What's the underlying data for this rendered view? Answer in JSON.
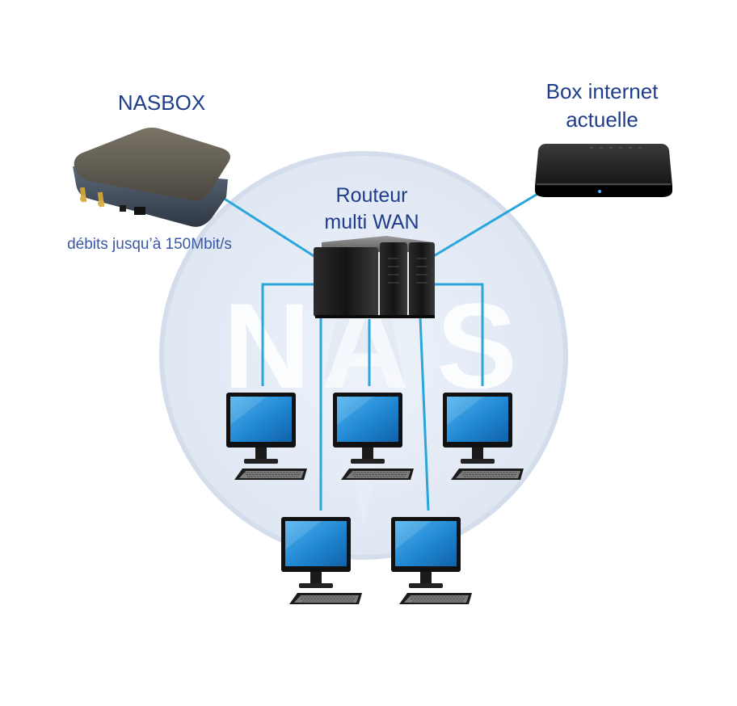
{
  "watermark": {
    "letters": [
      "N",
      "A",
      "S"
    ],
    "color": "#dbe4f1"
  },
  "nodes": {
    "nasbox": {
      "title": "NASBOX",
      "speed": "débits jusqu’à 150Mbit/s",
      "icon": "nasbox-device-icon"
    },
    "box_internet": {
      "title_line1": "Box internet",
      "title_line2": "actuelle",
      "icon": "internet-box-icon"
    },
    "router": {
      "title_line1": "Routeur",
      "title_line2": "multi WAN",
      "icon": "server-router-icon"
    },
    "computers": [
      {
        "id": "pc-1",
        "icon": "desktop-computer-icon"
      },
      {
        "id": "pc-2",
        "icon": "desktop-computer-icon"
      },
      {
        "id": "pc-3",
        "icon": "desktop-computer-icon"
      },
      {
        "id": "pc-4",
        "icon": "desktop-computer-icon"
      },
      {
        "id": "pc-5",
        "icon": "desktop-computer-icon"
      }
    ]
  },
  "colors": {
    "text": "#1f3d8a",
    "link": "#2aa6dc",
    "screen": "#1f86d2"
  }
}
